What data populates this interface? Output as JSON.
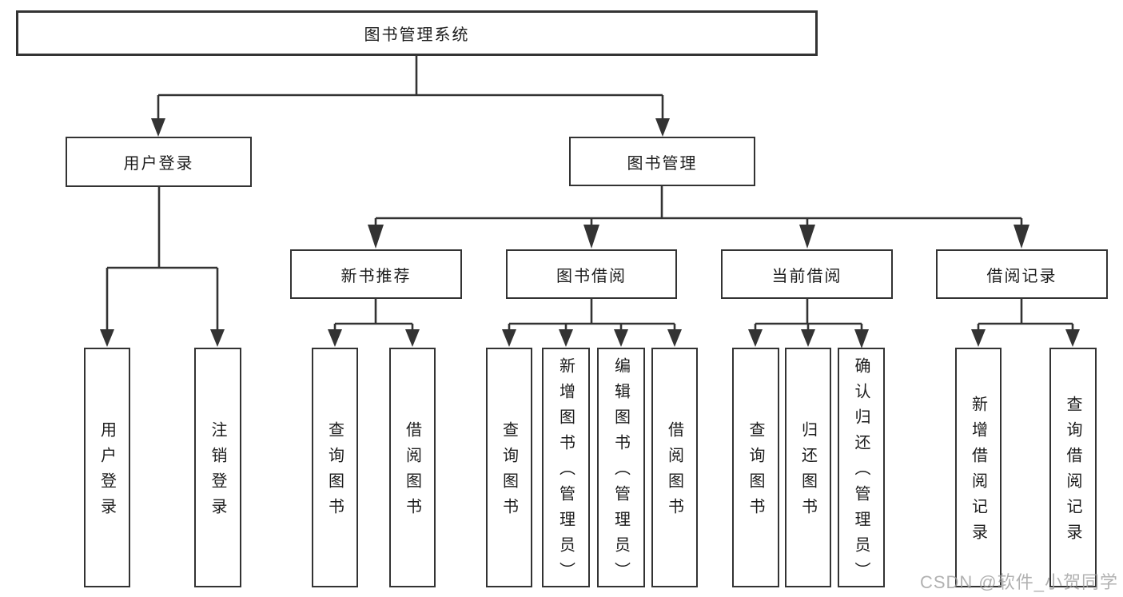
{
  "diagram": {
    "root": {
      "label": "图书管理系统"
    },
    "level2": [
      {
        "label": "用户登录"
      },
      {
        "label": "图书管理"
      }
    ],
    "level3": [
      {
        "label": "新书推荐"
      },
      {
        "label": "图书借阅"
      },
      {
        "label": "当前借阅"
      },
      {
        "label": "借阅记录"
      }
    ],
    "leaves": {
      "login": [
        "用户登录",
        "注销登录"
      ],
      "recommend": [
        "查询图书",
        "借阅图书"
      ],
      "borrow": [
        "查询图书",
        "新增图书（管理员）",
        "编辑图书（管理员）",
        "借阅图书"
      ],
      "current": [
        "查询图书",
        "归还图书",
        "确认归还（管理员）"
      ],
      "records": [
        "新增借阅记录",
        "查询借阅记录"
      ]
    }
  },
  "watermark": {
    "text": "CSDN @软件_小贺同学"
  },
  "colors": {
    "line": "#333333",
    "text": "#1c1c1c",
    "background": "#ffffff",
    "watermark": "#9e9e9e"
  }
}
